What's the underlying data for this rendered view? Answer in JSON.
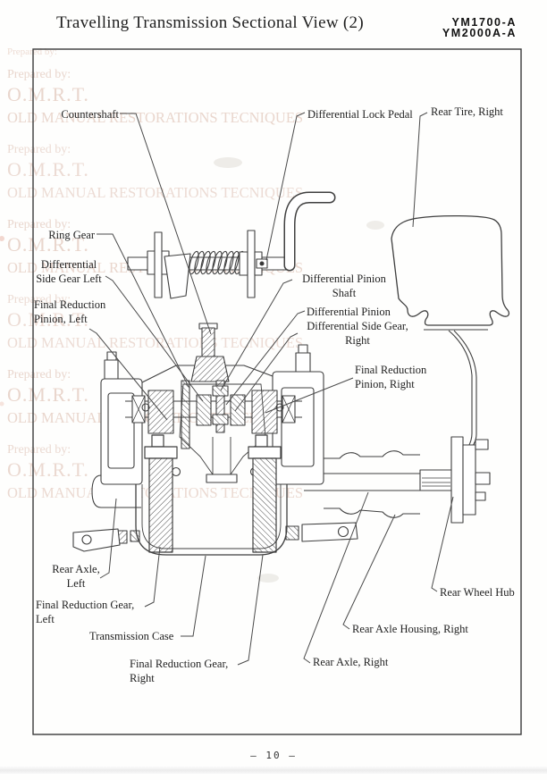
{
  "page": {
    "title": "Travelling Transmission Sectional View (2)",
    "model_1": "YM1700-A",
    "model_2": "YM2000A-A",
    "page_number": "— 10 —"
  },
  "watermark": {
    "prepared_by": "Prepared by:",
    "org_abbrev": "O.M.R.T.",
    "org_full": "OLD MANUAL RESTORATIONS TECNIQUES"
  },
  "diagram": {
    "labels": [
      {
        "id": "countershaft",
        "text": "Countershaft"
      },
      {
        "id": "differential-lock-pedal",
        "text": "Differential Lock Pedal"
      },
      {
        "id": "rear-tire-right",
        "text": "Rear Tire, Right"
      },
      {
        "id": "ring-gear",
        "text": "Ring Gear"
      },
      {
        "id": "differential-side-gear-left",
        "text": "Differrential\nSide Gear Left"
      },
      {
        "id": "final-reduction-pinion-left",
        "text": "Final Reduction\nPinion, Left"
      },
      {
        "id": "differential-pinion-shaft",
        "text": "Differential Pinion\nShaft"
      },
      {
        "id": "differential-pinion",
        "text": "Differential Pinion"
      },
      {
        "id": "differential-side-gear-right",
        "text": "Differential Side Gear,\nRight"
      },
      {
        "id": "final-reduction-pinion-right",
        "text": "Final Reduction\nPinion, Right"
      },
      {
        "id": "rear-axle-left",
        "text": "Rear Axle,\nLeft"
      },
      {
        "id": "final-reduction-gear-left",
        "text": "Final Reduction Gear,\nLeft"
      },
      {
        "id": "transmission-case",
        "text": "Transmission Case"
      },
      {
        "id": "final-reduction-gear-right",
        "text": "Final Reduction Gear,\nRight"
      },
      {
        "id": "rear-axle-right",
        "text": "Rear Axle, Right"
      },
      {
        "id": "rear-axle-housing-right",
        "text": "Rear Axle Housing, Right"
      },
      {
        "id": "rear-wheel-hub",
        "text": "Rear Wheel Hub"
      }
    ],
    "ink_color": "#3f3f3f",
    "watermark_color": "#e9d6cd"
  }
}
